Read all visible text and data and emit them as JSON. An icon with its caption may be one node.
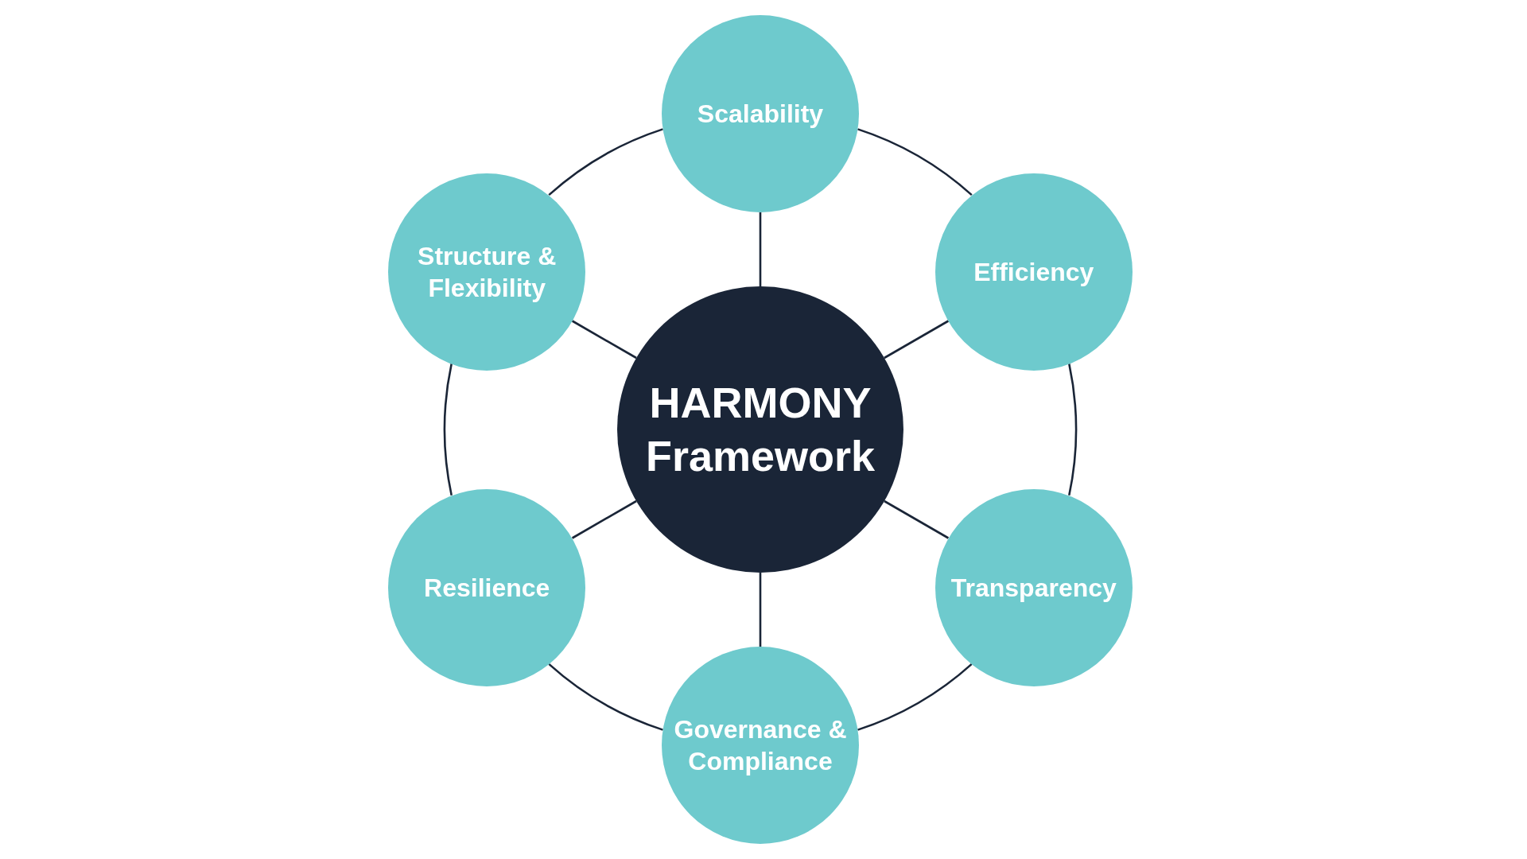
{
  "diagram": {
    "nodes": [
      {
        "text": [
          "HARMONY Framework"
        ]
      },
      {
        "text": [
          "Scalability"
        ]
      },
      {
        "text": [
          "Efficiency"
        ]
      },
      {
        "text": [
          "Transparency"
        ]
      },
      {
        "text": [
          "Governance & Compliance"
        ]
      },
      {
        "text": [
          "Resilience"
        ]
      },
      {
        "text": [
          "Structure & Flexibility"
        ]
      }
    ],
    "edges": [
      {
        "from": 0,
        "to": 1,
        "arrow": "none"
      },
      {
        "from": 0,
        "to": 2,
        "arrow": "none"
      },
      {
        "from": 0,
        "to": 3,
        "arrow": "none"
      },
      {
        "from": 0,
        "to": 4,
        "arrow": "none"
      },
      {
        "from": 0,
        "to": 5,
        "arrow": "none"
      },
      {
        "from": 0,
        "to": 6,
        "arrow": "none"
      },
      {
        "from": 1,
        "to": 2,
        "arrow": "none"
      },
      {
        "from": 2,
        "to": 3,
        "arrow": "none"
      },
      {
        "from": 3,
        "to": 4,
        "arrow": "none"
      },
      {
        "from": 4,
        "to": 5,
        "arrow": "none"
      },
      {
        "from": 5,
        "to": 6,
        "arrow": "none"
      },
      {
        "from": 6,
        "to": 1,
        "arrow": "none"
      }
    ]
  }
}
